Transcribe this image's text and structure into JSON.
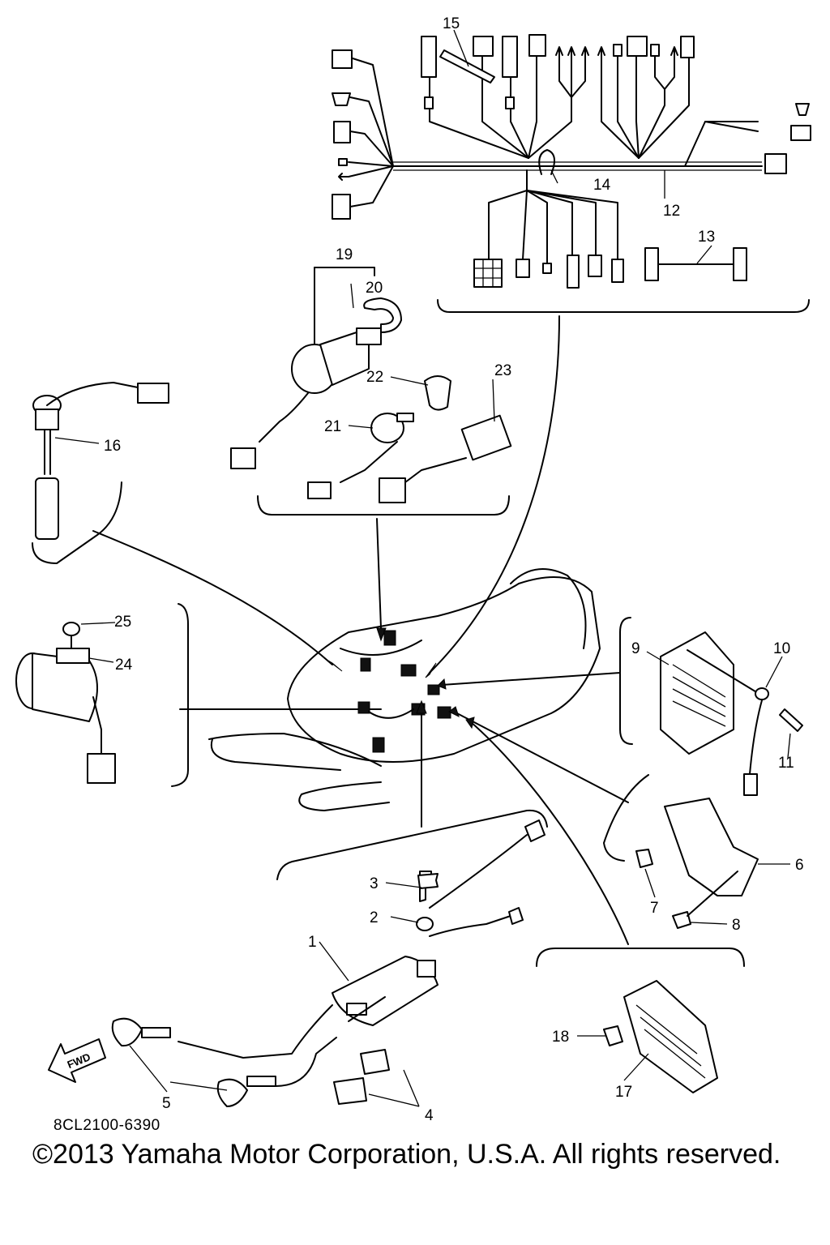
{
  "callouts": {
    "c1": "1",
    "c2": "2",
    "c3": "3",
    "c4": "4",
    "c5": "5",
    "c6": "6",
    "c7": "7",
    "c8": "8",
    "c9": "9",
    "c10": "10",
    "c11": "11",
    "c12": "12",
    "c13": "13",
    "c14": "14",
    "c15": "15",
    "c16": "16",
    "c17": "17",
    "c18": "18",
    "c19": "19",
    "c20": "20",
    "c21": "21",
    "c22": "22",
    "c23": "23",
    "c24": "24",
    "c25": "25"
  },
  "direction_label": "FWD",
  "reference_code": "8CL2100-6390",
  "copyright": "©2013 Yamaha Motor Corporation, U.S.A. All rights reserved."
}
